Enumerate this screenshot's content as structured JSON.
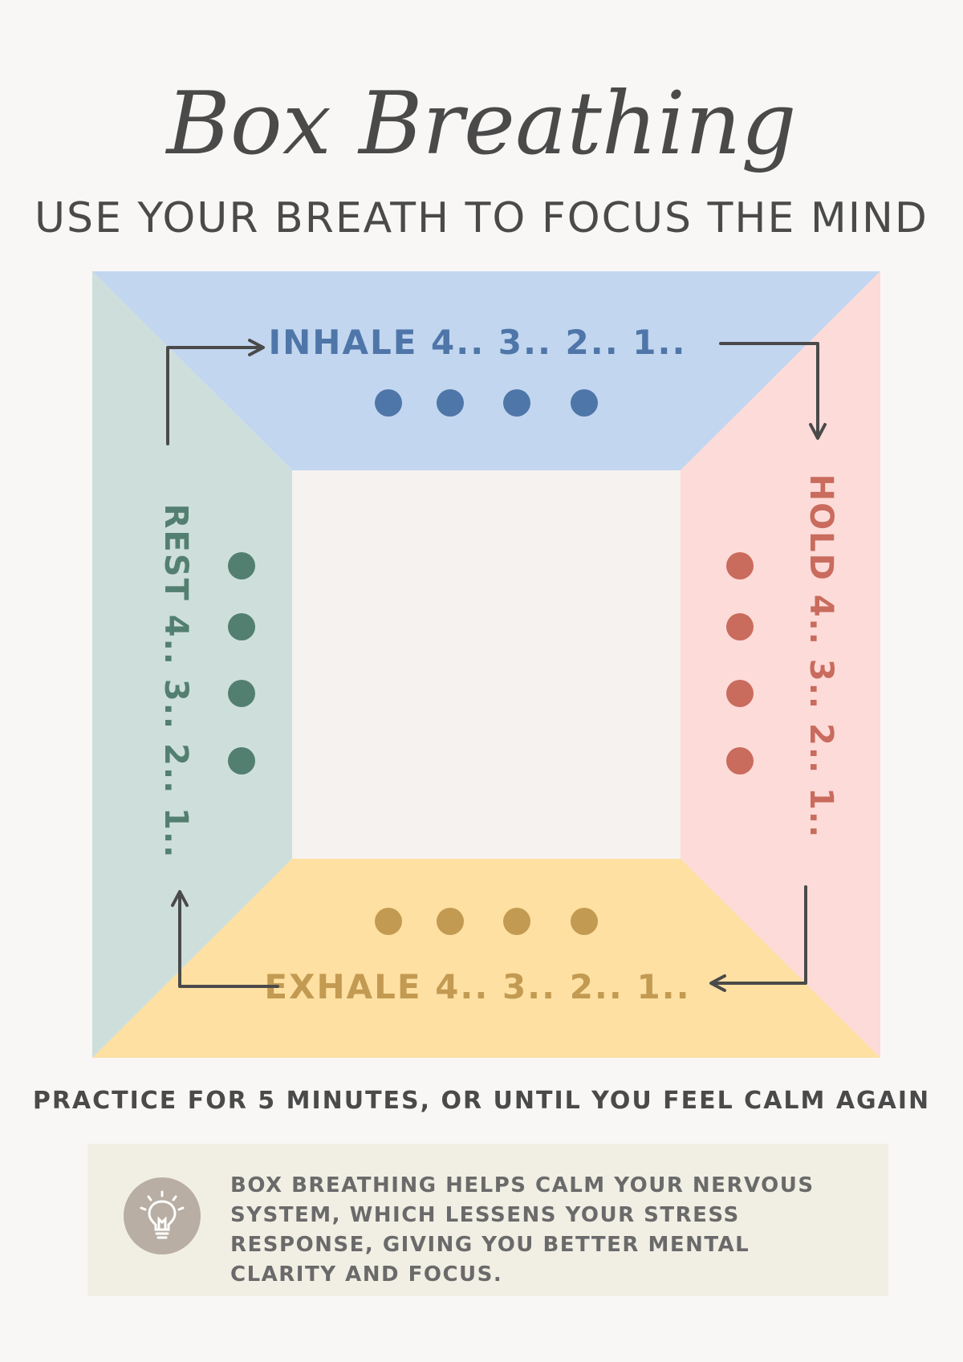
{
  "header": {
    "title": "Box Breathing",
    "subtitle": "USE YOUR BREATH TO FOCUS THE MIND"
  },
  "box": {
    "inhale": {
      "label": "INHALE 4.. 3.. 2.. 1..",
      "color": "#4f76a8",
      "fill": "#c2d6f0",
      "dots": 4
    },
    "hold": {
      "label": "HOLD 4.. 3.. 2.. 1..",
      "color": "#c96b5d",
      "fill": "#fcdbd8",
      "dots": 4
    },
    "exhale": {
      "label": "EXHALE 4.. 3.. 2.. 1..",
      "color": "#c39a52",
      "fill": "#fde0a2",
      "dots": 4
    },
    "rest": {
      "label": "REST 4.. 3.. 2.. 1..",
      "color": "#537f70",
      "fill": "#cedfdb",
      "dots": 4
    },
    "center_color": "#f5f2ef",
    "arrow_color": "#4a4a4a"
  },
  "footer": {
    "practice": "PRACTICE FOR 5 MINUTES, OR UNTIL YOU FEEL CALM AGAIN",
    "info": "BOX BREATHING HELPS CALM YOUR NERVOUS SYSTEM, WHICH LESSENS YOUR STRESS RESPONSE, GIVING YOU BETTER MENTAL CLARITY AND FOCUS.",
    "icon": "lightbulb-icon"
  }
}
